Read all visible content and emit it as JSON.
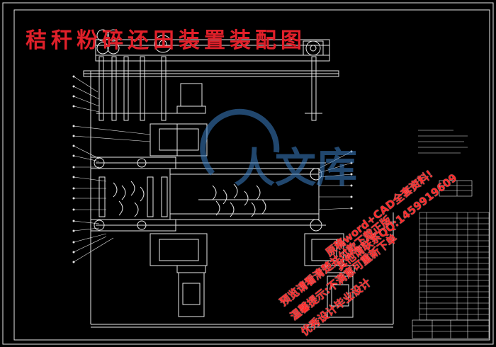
{
  "title": "秸秆粉碎还田装置装配图",
  "watermark": "人文库",
  "promo": [
    "原稿word+CAD全套资料!",
    "其他请联系QQ:1459919609",
    "预览请看清楚并付款下载正版",
    "温馨提示:不满意可重新下单",
    "优秀设计毕业设计"
  ],
  "colors": {
    "background": "#000000",
    "line": "#e8e8e8",
    "title": "#e0202a",
    "promo": "#ff2a2a",
    "watermark": "#3c82c8"
  }
}
